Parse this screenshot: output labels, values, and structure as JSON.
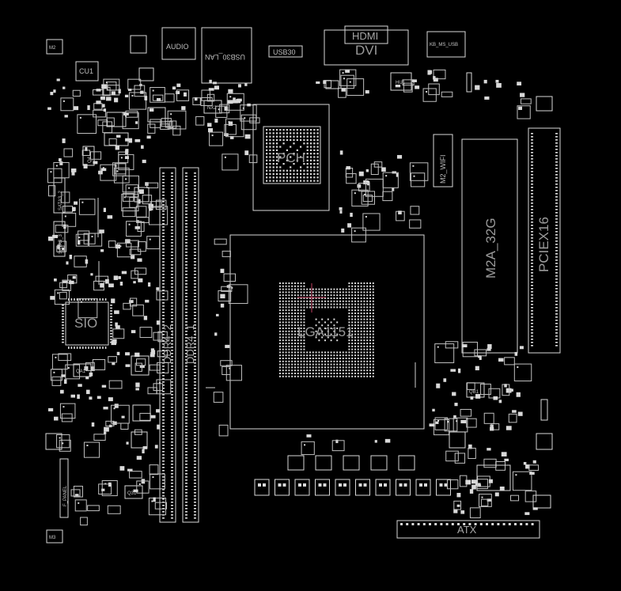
{
  "labels": {
    "m2": "M2",
    "audio": "AUDIO",
    "usb30_lan": "USB30_LAN",
    "usb30": "USB30",
    "hdmi": "HDMI",
    "dvi": "DVI",
    "usb_ms_usb": "KB_MS_USB",
    "cu1": "CU1",
    "nx2": "NX2",
    "pch": "PCH",
    "hu1": "HU1",
    "m2_wifi": "M2_WIFI",
    "m2a_32g": "M2A_32G",
    "pciex16": "PCIEX16",
    "sio": "SIO",
    "lga1151": "LGA1151",
    "ddr4_2": "DDR4_2",
    "ddr4_1": "DDR4_1",
    "atx": "ATX",
    "sata1": "SATA3_2",
    "sata2": "SATA3_3",
    "q4": "Q4",
    "qa1": "QA1",
    "q31": "Q31",
    "qb1": "QB1",
    "m3": "M3",
    "f_panel": "F_PANEL"
  }
}
